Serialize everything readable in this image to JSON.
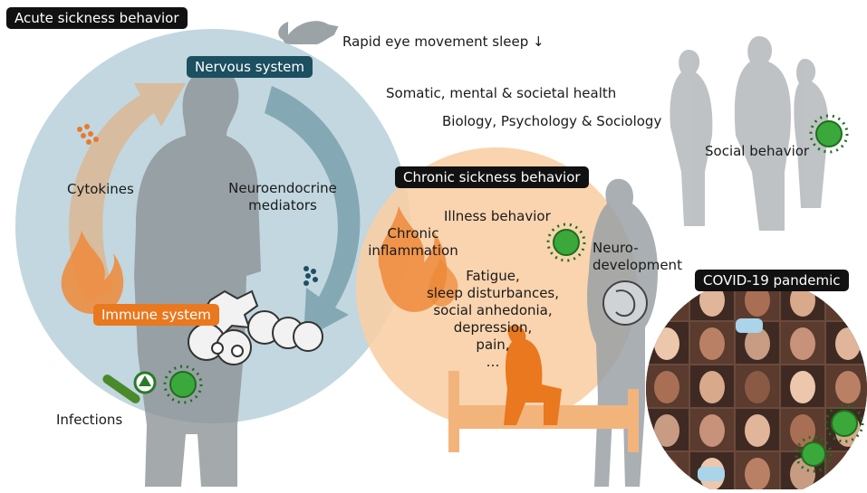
{
  "titles": {
    "acute": "Acute sickness behavior",
    "chronic": "Chronic sickness behavior",
    "covid": "COVID-19 pandemic"
  },
  "systems": {
    "nervous": "Nervous system",
    "immune": "Immune system"
  },
  "labels": {
    "rem_sleep": "Rapid eye movement sleep ↓",
    "health": "Somatic, mental & societal health",
    "disciplines": "Biology, Psychology & Sociology",
    "social_behavior": "Social behavior",
    "cytokines": "Cytokines",
    "neuroendocrine_1": "Neuroendocrine",
    "neuroendocrine_2": "mediators",
    "illness_behavior": "Illness behavior",
    "chronic_infl_1": "Chronic",
    "chronic_infl_2": "inflammation",
    "neurodev_1": "Neuro-",
    "neurodev_2": "development",
    "symptoms": [
      "Fatigue,",
      "sleep disturbances,",
      "social anhedonia,",
      "depression,",
      "pain,",
      "…"
    ],
    "infections": "Infections"
  },
  "colors": {
    "acute_circle": "#b7d0d9",
    "chronic_circle": "#f8cfa6",
    "nervous_arrow": "#6f9aa6",
    "immune_arrow": "#e9a66a",
    "silhouette": "#8a9195",
    "virus": "#3aa83a",
    "flame": "#ee8a3a"
  }
}
